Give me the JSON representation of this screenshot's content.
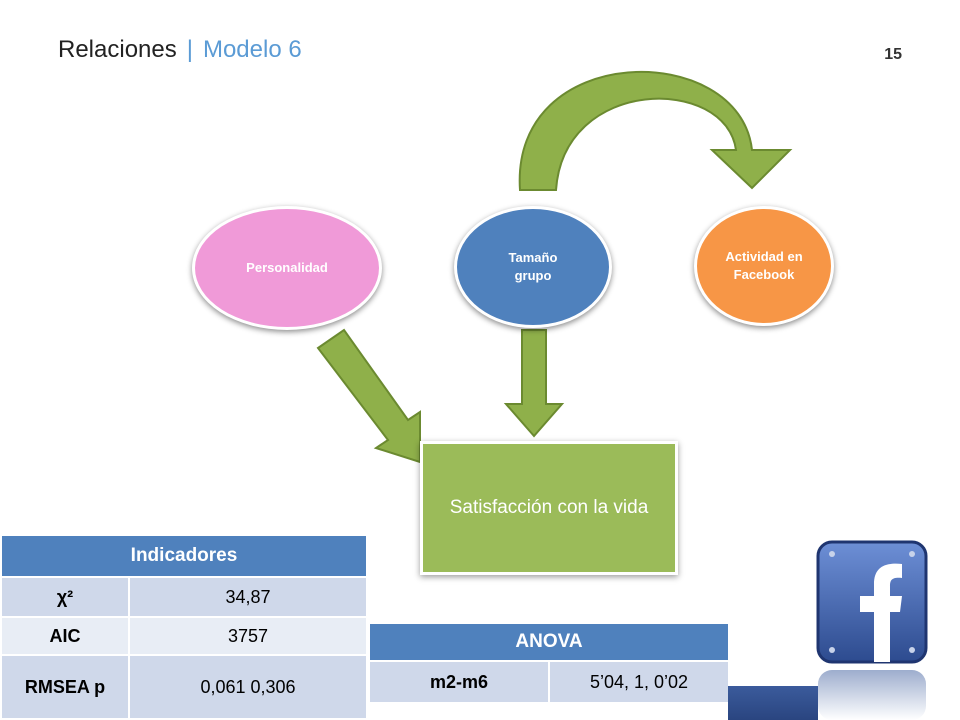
{
  "header": {
    "title": "Relaciones",
    "separator": "|",
    "subtitle": "Modelo 6",
    "page_number": "15"
  },
  "diagram": {
    "nodes": {
      "personalidad": "Personalidad",
      "tamano_grupo": "Tamaño grupo",
      "actividad_facebook": "Actividad en Facebook",
      "satisfaccion": "Satisfacción con la vida"
    },
    "colors": {
      "personalidad": "#f09ad8",
      "tamano_grupo": "#4f81bd",
      "actividad_facebook": "#f79646",
      "satisfaccion": "#9bbb59",
      "arrow": "#8fb04a"
    }
  },
  "indicadores_table": {
    "header": "Indicadores",
    "rows": [
      {
        "label": "χ²",
        "value": "34,87"
      },
      {
        "label": "AIC",
        "value": "3757"
      },
      {
        "label": "RMSEA p",
        "value": "0,061 0,306"
      }
    ]
  },
  "anova_table": {
    "header": "ANOVA",
    "rows": [
      {
        "label": "m2-m6",
        "value": "5’04, 1, 0’02"
      }
    ]
  },
  "logo": {
    "icon": "facebook-logo-icon"
  }
}
